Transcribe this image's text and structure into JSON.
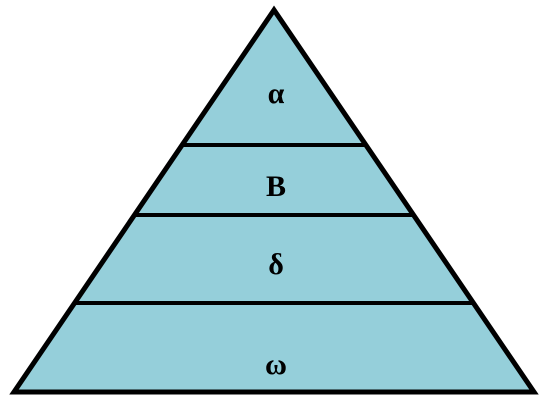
{
  "diagram": {
    "type": "pyramid",
    "fill_color": "#95cfda",
    "outline_color": "#000000",
    "tiers": [
      {
        "label": "α"
      },
      {
        "label": "B"
      },
      {
        "label": "δ"
      },
      {
        "label": "ω"
      }
    ]
  }
}
